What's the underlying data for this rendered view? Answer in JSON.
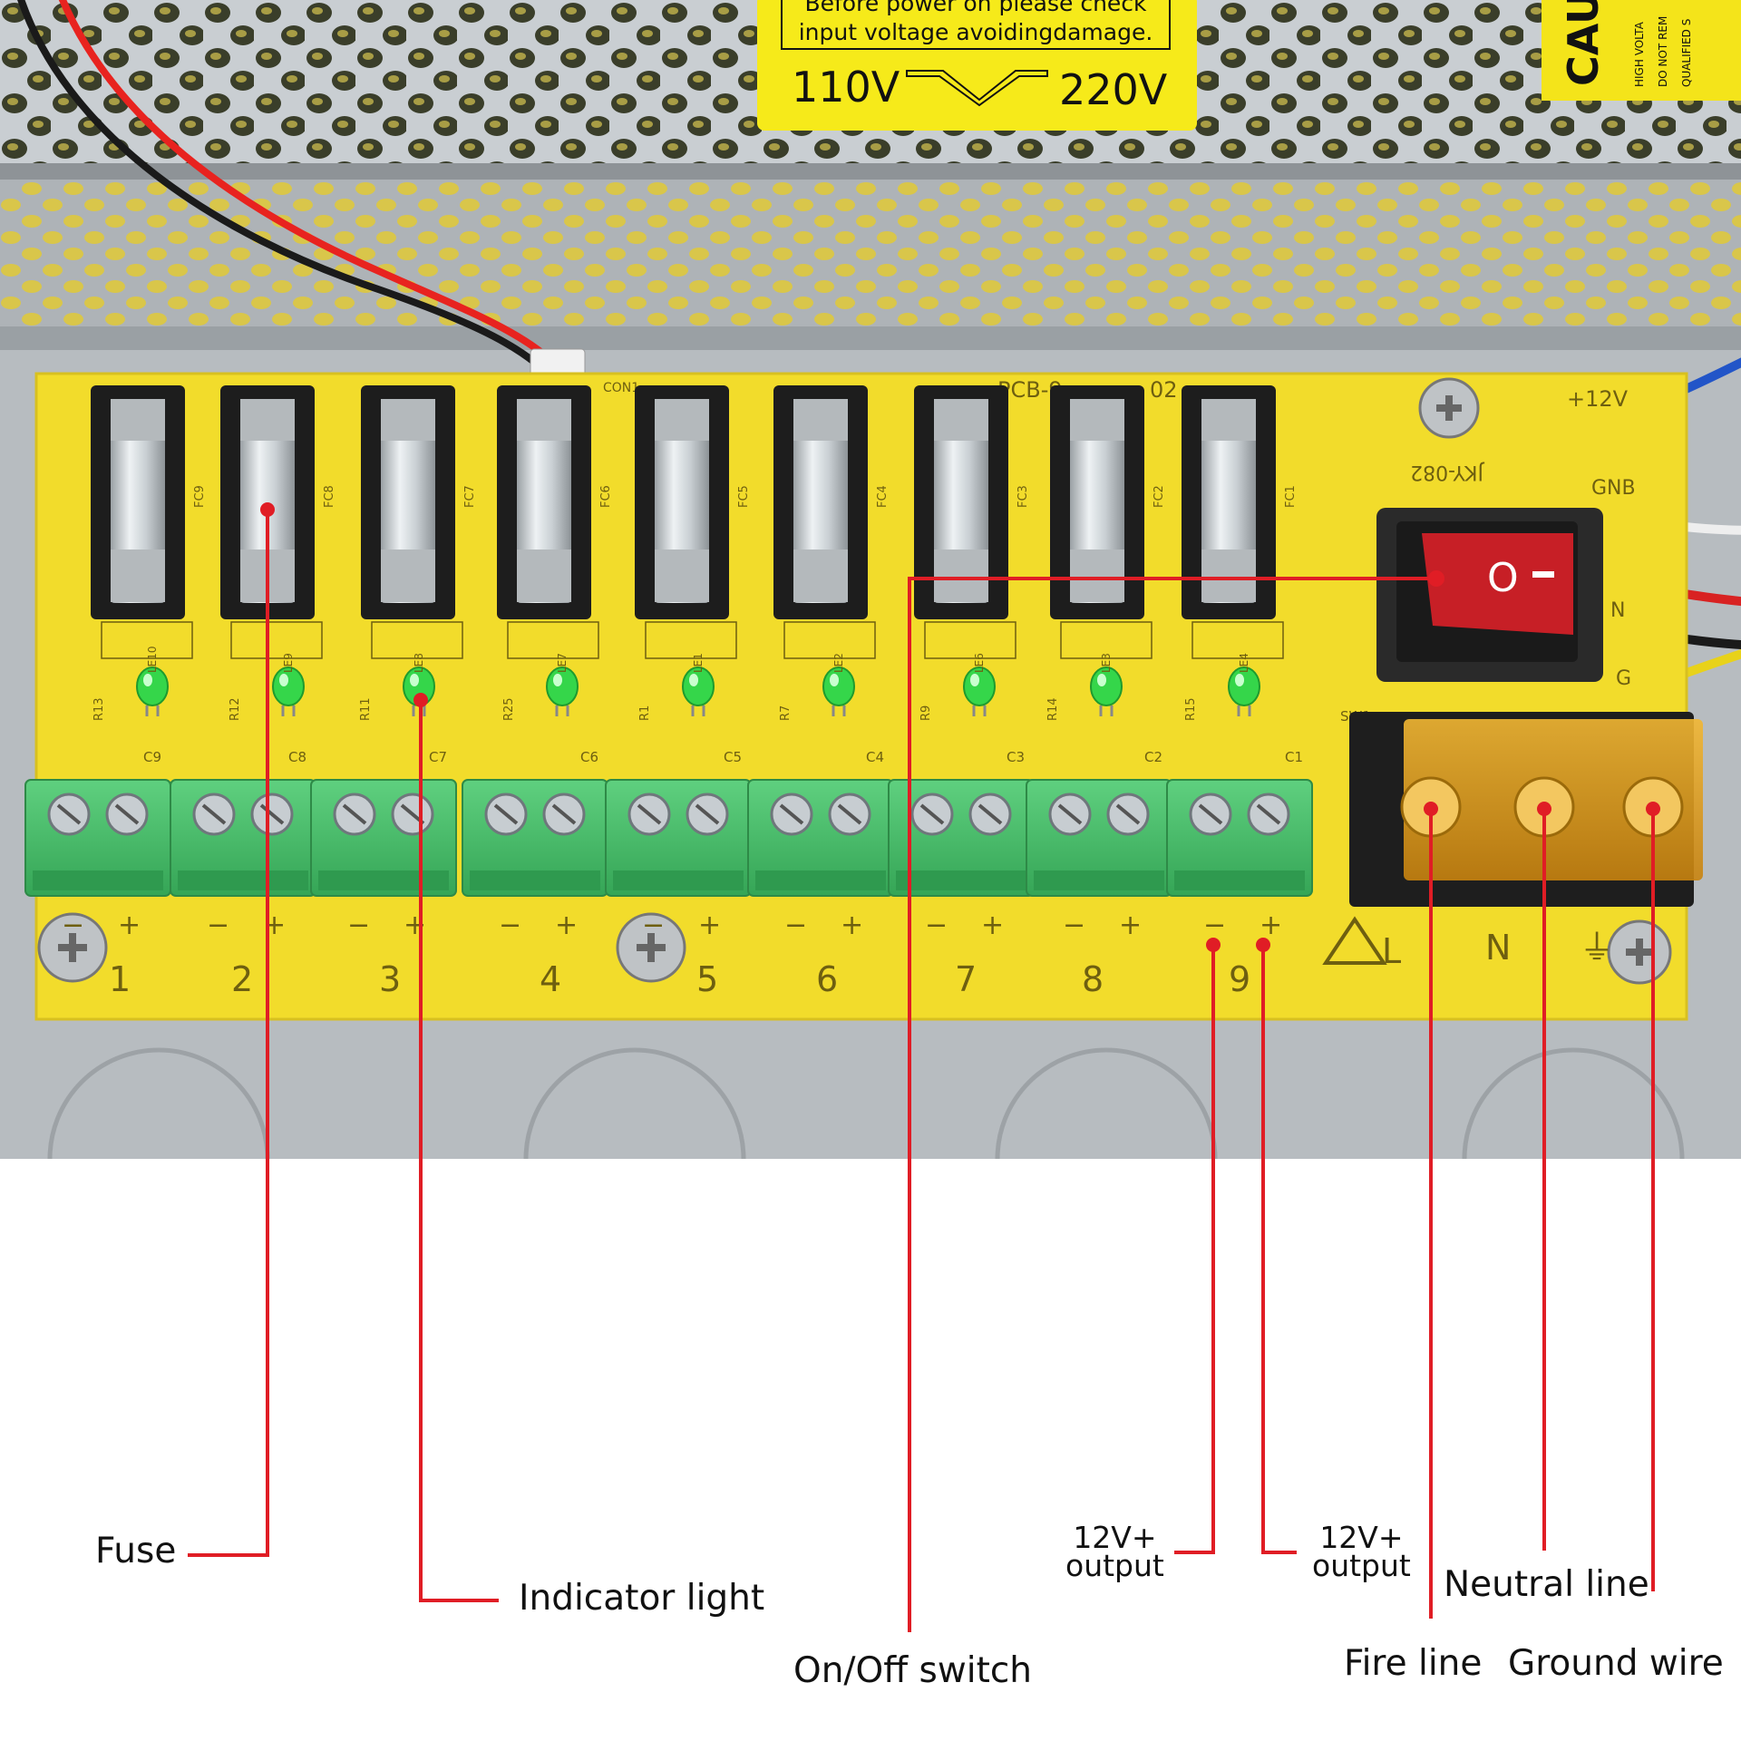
{
  "sticker": {
    "line1": "Before power on please check",
    "line2": "input voltage avoidingdamage.",
    "v_left": "110V",
    "v_right": "220V"
  },
  "caution": {
    "title": "CAU",
    "line1": "HIGH VOLTA",
    "line2": "DO NOT REM",
    "line3": "QUALIFIED S"
  },
  "board": {
    "pcb_code": "PCB-9",
    "pcb_code_end": "02",
    "model": "JKY-082",
    "connector": "CON1",
    "switch_ref": "SW1",
    "rail_labels": [
      "+12V",
      "GNB",
      "N",
      "G"
    ],
    "fuse_refs": [
      "FC9",
      "FC8",
      "FC7",
      "FC6",
      "FC5",
      "FC4",
      "FC3",
      "FC2",
      "FC1"
    ],
    "led_refs": [
      "LE10",
      "LE9",
      "LE8",
      "LE7",
      "LE1",
      "LE2",
      "LE6",
      "LE3",
      "LE4"
    ],
    "resistor_refs": [
      "R13",
      "R12",
      "R11",
      "R25",
      "R1",
      "R7",
      "R9",
      "R14",
      "R15"
    ],
    "cap_refs": [
      "C9",
      "C8",
      "C7",
      "C6",
      "C5",
      "C4",
      "C3",
      "C2",
      "C1"
    ],
    "channel_numbers": [
      "1",
      "2",
      "3",
      "4",
      "5",
      "6",
      "7",
      "8",
      "9"
    ],
    "polarity_minus": "−",
    "polarity_plus": "+",
    "mains_labels": [
      "L",
      "N",
      "⏚"
    ]
  },
  "callouts": {
    "fuse": "Fuse",
    "indicator": "Indicator light",
    "switch": "On/Off switch",
    "out_minus_1": "12V+",
    "out_minus_2": "output",
    "out_plus_1": "12V+",
    "out_plus_2": "output",
    "neutral": "Neutral line",
    "fire": "Fire line",
    "ground": "Ground wire"
  },
  "colors": {
    "pcb": "#f2dc2b",
    "terminal": "#4cbe6c",
    "enclosure": "#b9bec2",
    "leader": "#e01d25",
    "switch": "#c71f26",
    "barrier": "#e7a21a",
    "led": "#35d64a"
  }
}
